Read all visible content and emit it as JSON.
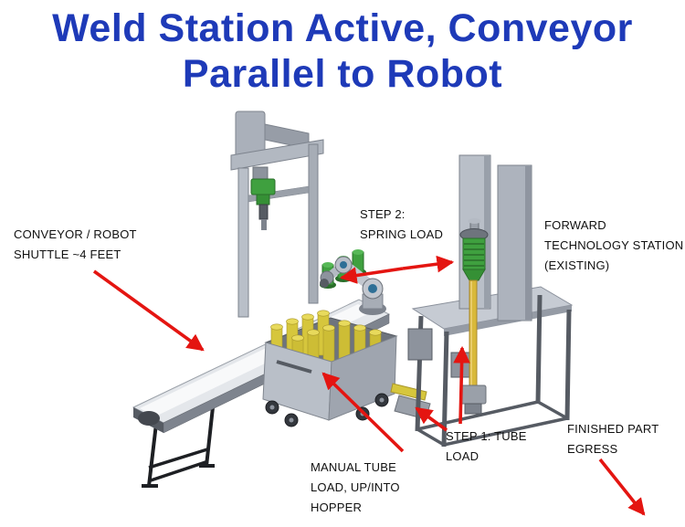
{
  "title": {
    "line1": "Weld Station Active, Conveyor",
    "line2": "Parallel to Robot"
  },
  "annotations": {
    "conveyor_shuttle": [
      "CONVEYOR / ROBOT",
      "SHUTTLE ~4 FEET"
    ],
    "step2_spring_load": [
      "STEP 2:",
      "SPRING LOAD"
    ],
    "forward_technology_station": [
      "FORWARD",
      "TECHNOLOGY STATION",
      "(EXISTING)"
    ],
    "step1_tube_load": [
      "STEP 1: TUBE",
      "LOAD"
    ],
    "manual_tube_load": [
      "MANUAL TUBE",
      "LOAD, UP/INTO",
      "HOPPER"
    ],
    "finished_part_egress": [
      "FINISHED PART",
      "EGRESS"
    ]
  },
  "colors": {
    "title_blue": "#1e3ab8",
    "arrow_red": "#e41511",
    "machine_gray": "#b9bfc8",
    "machine_gray_dark": "#8a909b",
    "machine_gray_light": "#e4e7eb",
    "frame_black": "#1d1f23",
    "tube_yellow": "#d6c63c",
    "rod_gold": "#d9b93a",
    "spring_green": "#3fa03f"
  }
}
